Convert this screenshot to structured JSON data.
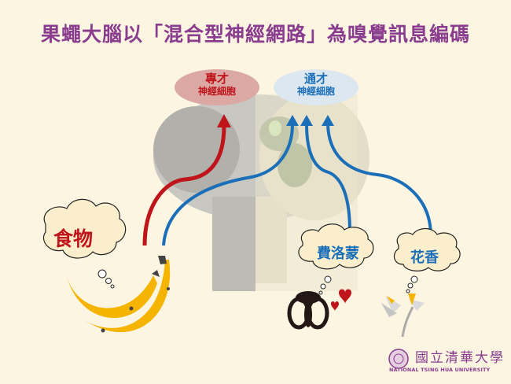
{
  "title": "果蠅大腦以「混合型神經網路」為嗅覺訊息編碼",
  "neurons": {
    "specialist": {
      "line1": "專才",
      "line2": "神經細胞",
      "color": "#c0141b",
      "bg": "#dba8a4"
    },
    "generalist": {
      "line1": "通才",
      "line2": "神經細胞",
      "color": "#1a6fb8",
      "bg": "#dde7ef"
    }
  },
  "odor_sources": [
    {
      "label": "食物",
      "icon": "banana-icon",
      "color": "#c0141b"
    },
    {
      "label": "費洛蒙",
      "icon": "fly-icon",
      "color": "#1a6fb8"
    },
    {
      "label": "花香",
      "icon": "flower-icon",
      "color": "#1a6fb8"
    }
  ],
  "arrows": [
    {
      "from": "食物",
      "to": "專才神經細胞",
      "color": "#c0141b"
    },
    {
      "from": "食物",
      "to": "通才神經細胞",
      "color": "#1a6fb8"
    },
    {
      "from": "費洛蒙",
      "to": "通才神經細胞",
      "color": "#1a6fb8"
    },
    {
      "from": "花香",
      "to": "通才神經細胞",
      "color": "#1a6fb8"
    }
  ],
  "logo": {
    "chinese": "國立清華大學",
    "english": "NATIONAL TSING HUA UNIVERSITY"
  }
}
